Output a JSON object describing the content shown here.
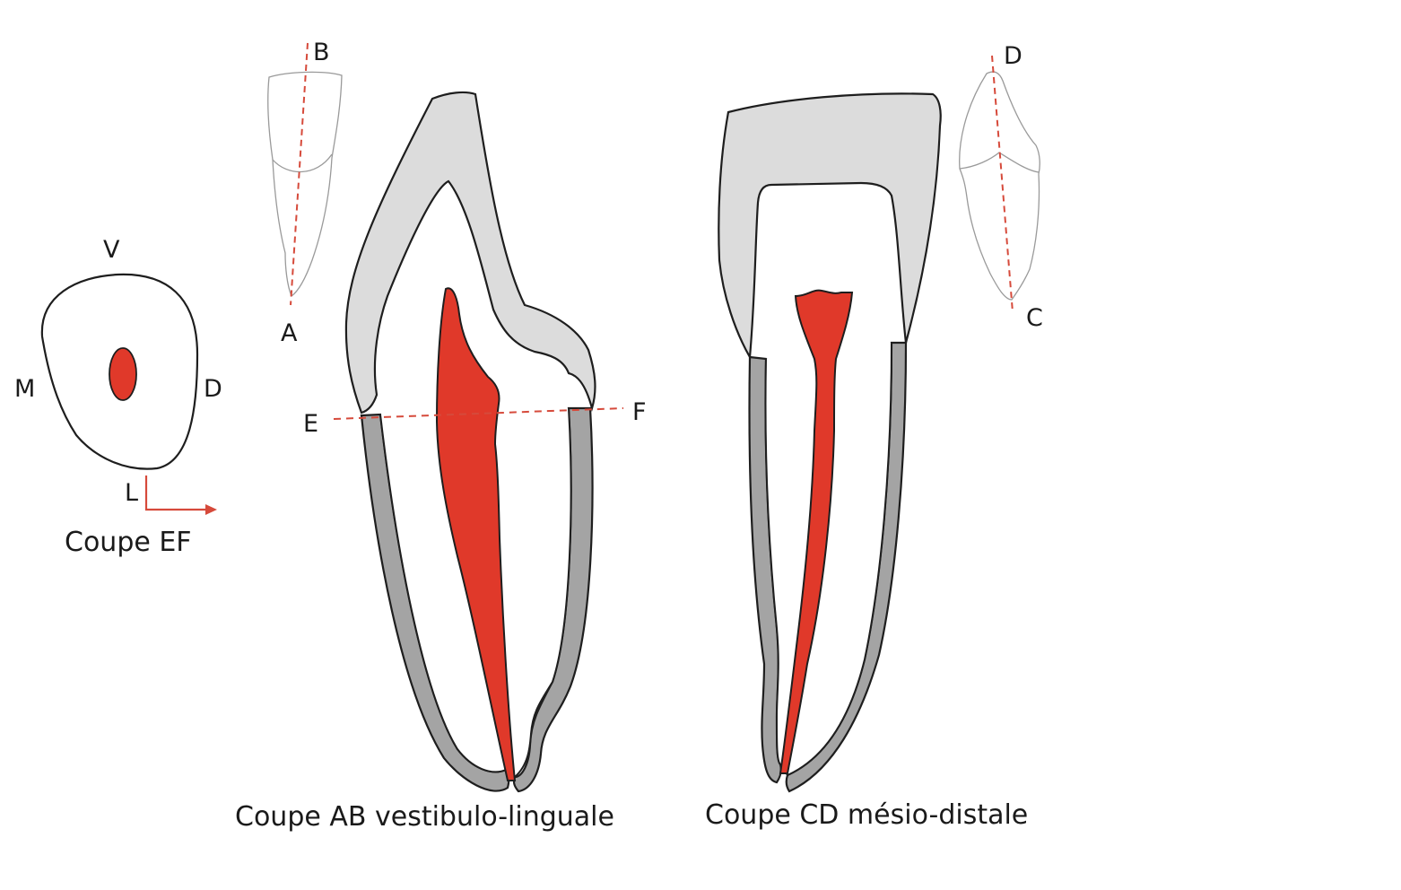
{
  "colors": {
    "pulp": "#e0392a",
    "enamel": "#dcdcdc",
    "cementum": "#a4a4a4",
    "outline": "#1e1e1e",
    "section_line": "#d64a3b",
    "reference_tooth": "#9a9a9a"
  },
  "cross_section_ef": {
    "label_v": "V",
    "label_m": "M",
    "label_d": "D",
    "label_l": "L",
    "caption": "Coupe EF"
  },
  "reference_tooth_ab": {
    "label_a": "A",
    "label_b": "B"
  },
  "section_ab": {
    "label_e": "E",
    "label_f": "F",
    "caption": "Coupe AB vestibulo-linguale"
  },
  "section_cd": {
    "caption": "Coupe CD mésio-distale"
  },
  "reference_tooth_cd": {
    "label_c": "C",
    "label_d": "D"
  }
}
